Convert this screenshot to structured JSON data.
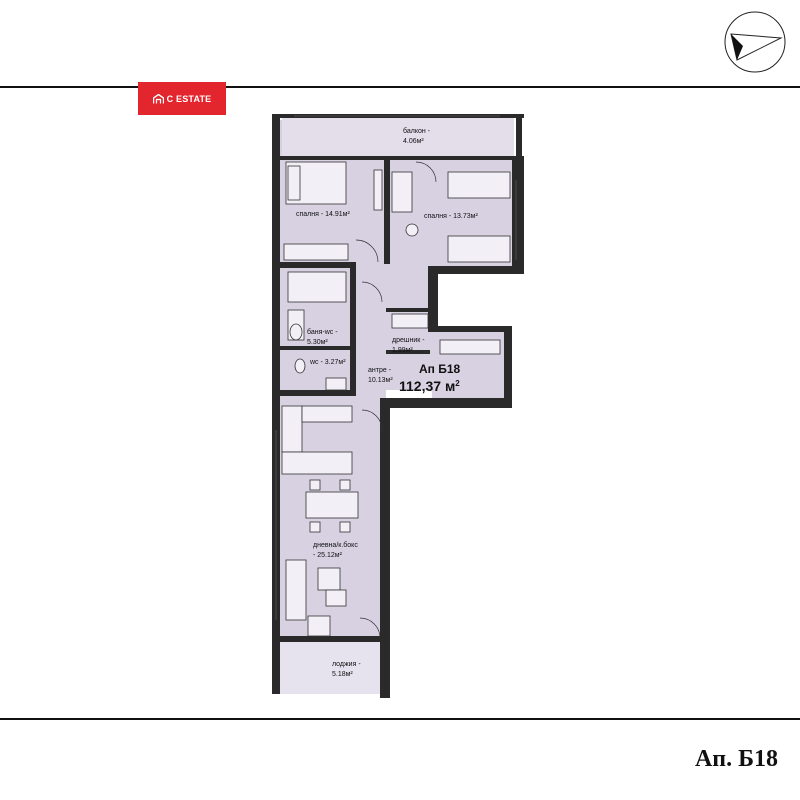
{
  "brand": {
    "name": "C ESTATE",
    "color": "#e3262d"
  },
  "apartment": {
    "id": "Ап Б18",
    "area": "112,37 м",
    "area_exp": "2"
  },
  "footer_title": "Ап. Б18",
  "rooms": {
    "balcony": {
      "name": "балкон -",
      "area": "4.06м²"
    },
    "bedroom1": {
      "name": "спалня - 14.91м²"
    },
    "bedroom2": {
      "name": "спалня - 13.73м²"
    },
    "bathroom": {
      "name": "баня-wc -",
      "area": "5.30м²"
    },
    "wardrobe": {
      "name": "дрешник -",
      "area": "1.99м²"
    },
    "wc": {
      "name": "wc - 3.27м²"
    },
    "hall": {
      "name": "антре -",
      "area": "10.13м²"
    },
    "living": {
      "name": "дневна/к.бокс",
      "area": "- 25.12м²"
    },
    "loggia": {
      "name": "лоджия -",
      "area": "5.18м²"
    }
  },
  "colors": {
    "floor": "#d7d1e2",
    "wall": "#2a2a2a"
  },
  "icons": [
    "compass-icon",
    "brand-logo-icon"
  ]
}
